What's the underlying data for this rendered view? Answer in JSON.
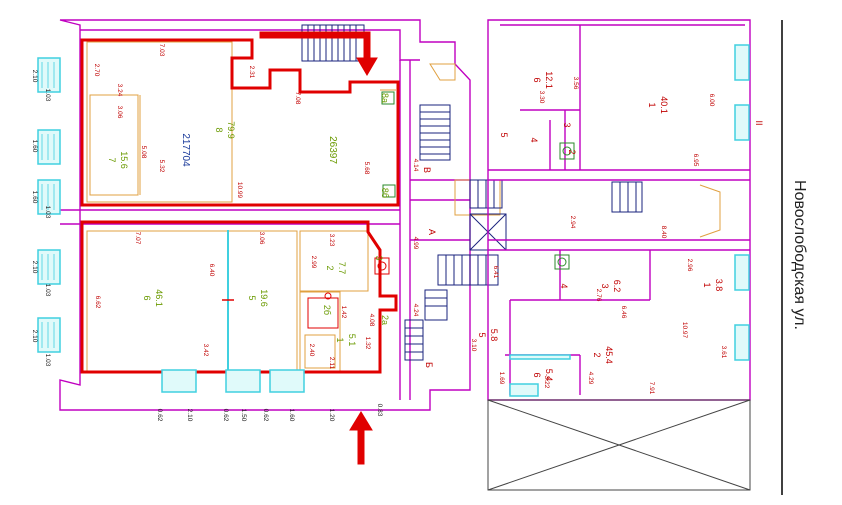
{
  "street": {
    "label": "Новослободская ул."
  },
  "area_labels": [
    "217704",
    "26397"
  ],
  "rooms": [
    {
      "num": "8",
      "area": "79.9"
    },
    {
      "num": "7",
      "area": "15.6"
    },
    {
      "num": "8a",
      "area": ""
    },
    {
      "num": "8б",
      "area": ""
    },
    {
      "num": "6",
      "area": "46.1"
    },
    {
      "num": "5",
      "area": "19.6"
    },
    {
      "num": "2",
      "area": "7.7"
    },
    {
      "num": "3",
      "area": ""
    },
    {
      "num": "2б",
      "area": ""
    },
    {
      "num": "1",
      "area": "5.1"
    },
    {
      "num": "2а",
      "area": ""
    },
    {
      "num": "6",
      "area": "12.1"
    },
    {
      "num": "1",
      "area": "40.1"
    },
    {
      "num": "5",
      "area": ""
    },
    {
      "num": "4",
      "area": ""
    },
    {
      "num": "3",
      "area": ""
    },
    {
      "num": "2",
      "area": ""
    },
    {
      "num": "3",
      "area": "6.2"
    },
    {
      "num": "4",
      "area": ""
    },
    {
      "num": "1",
      "area": "3.8"
    },
    {
      "num": "5",
      "area": "5.8"
    },
    {
      "num": "2",
      "area": "45.4"
    },
    {
      "num": "6",
      "area": "5.4"
    },
    {
      "num": "Б",
      "area": ""
    },
    {
      "num": "А",
      "area": ""
    },
    {
      "num": "В",
      "area": ""
    },
    {
      "num": "II",
      "area": ""
    }
  ],
  "dimensions": [
    "7.03",
    "2.70",
    "3.24",
    "3.06",
    "5.08",
    "5.32",
    "10.99",
    "5.68",
    "2.31",
    "7.08",
    "4.14",
    "7.07",
    "3.06",
    "3.23",
    "6.62",
    "6.40",
    "2.99",
    "3.42",
    "2.40",
    "2.11",
    "1.32",
    "1.42",
    "4.08",
    "4.24",
    "4.99",
    "6.41",
    "3.10",
    "3.30",
    "3.56",
    "6.00",
    "6.95",
    "2.94",
    "8.40",
    "2.96",
    "2.76",
    "6.46",
    "10.97",
    "3.61",
    "7.91",
    "1.69",
    "3.22",
    "4.29",
    "2.10",
    "1.03",
    "1.60",
    "1.60",
    "1.03",
    "2.10",
    "1.03",
    "2.10",
    "1.03",
    "0.62",
    "2.10",
    "0.62",
    "1.50",
    "0.62",
    "1.60",
    "1.20",
    "0.83"
  ],
  "colors": {
    "wall": "#c000c0",
    "wall_light": "#e070e0",
    "outline": "#e00000",
    "stair": "#1a237e",
    "dim": "#c00000",
    "area_green": "#6a9a00",
    "area_blue": "#1a3a9a",
    "window": "#40d0e0",
    "furniture": "#e0a040"
  }
}
